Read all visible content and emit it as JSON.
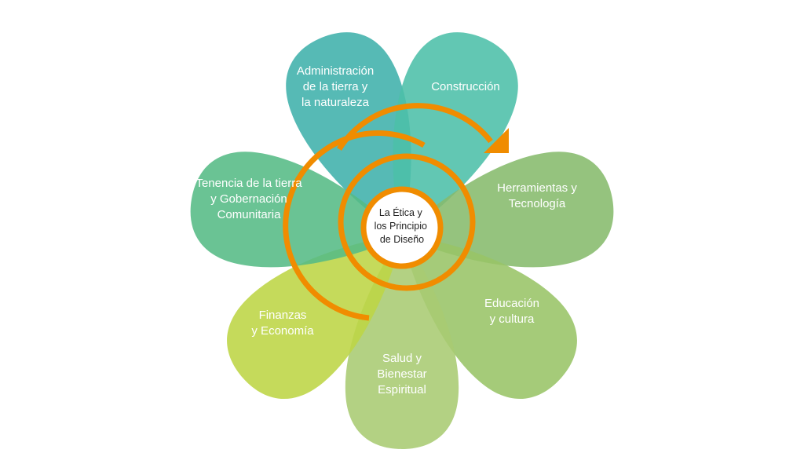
{
  "center": {
    "lines": [
      "La Ética y",
      "los Principio",
      "de Diseño"
    ]
  },
  "petals": [
    {
      "id": "admin",
      "lines": [
        "Administración",
        "de la tierra y",
        "la naturaleza"
      ],
      "color": "#3fb0ab"
    },
    {
      "id": "construccion",
      "lines": [
        "Construcción"
      ],
      "color": "#4cbfa9"
    },
    {
      "id": "herramientas",
      "lines": [
        "Herramientas y",
        "Tecnología"
      ],
      "color": "#86bb6c"
    },
    {
      "id": "educacion",
      "lines": [
        "Educación",
        "y cultura"
      ],
      "color": "#98c467"
    },
    {
      "id": "salud",
      "lines": [
        "Salud y",
        "Bienestar",
        "Espiritual"
      ],
      "color": "#a9cb72"
    },
    {
      "id": "finanzas",
      "lines": [
        "Finanzas",
        "y Economía"
      ],
      "color": "#bdd544"
    },
    {
      "id": "tenencia",
      "lines": [
        "Tenencia de la tierra",
        "y Gobernación",
        "Comunitaria"
      ],
      "color": "#55bb85"
    }
  ],
  "accent": "#f08c00"
}
